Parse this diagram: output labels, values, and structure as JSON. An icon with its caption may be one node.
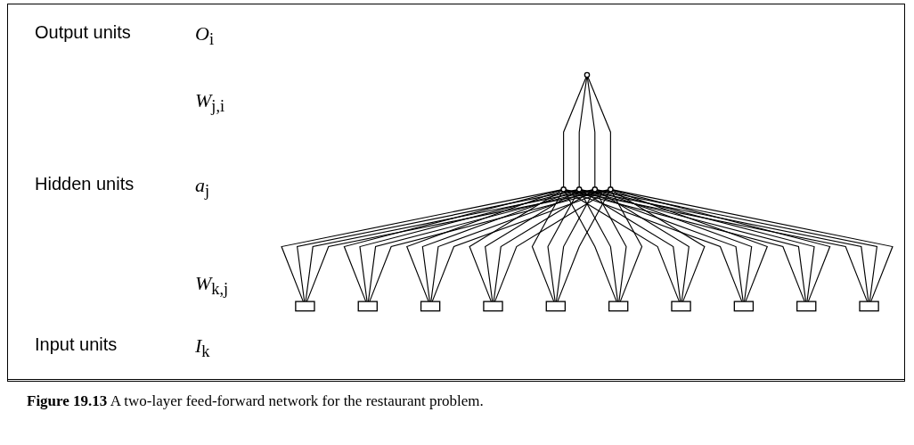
{
  "diagram": {
    "caption": "**Figure 19.13** A two-layer feed-forward network for the restaurant problem.",
    "nodes": [
      {
        "text": [],
        "shape": "circle"
      },
      {
        "text": [],
        "shape": "circle"
      },
      {
        "text": [],
        "shape": "circle"
      },
      {
        "text": [],
        "shape": "circle"
      },
      {
        "text": [],
        "shape": "circle"
      },
      {
        "text": [],
        "shape": "box"
      },
      {
        "text": [],
        "shape": "box"
      },
      {
        "text": [],
        "shape": "box"
      },
      {
        "text": [],
        "shape": "box"
      },
      {
        "text": [],
        "shape": "box"
      },
      {
        "text": [],
        "shape": "box"
      },
      {
        "text": [],
        "shape": "box"
      },
      {
        "text": [],
        "shape": "box"
      },
      {
        "text": [],
        "shape": "box"
      },
      {
        "text": [],
        "shape": "box"
      }
    ],
    "edges": [
      {
        "from": 0,
        "to": 1,
        "arrow": "none"
      },
      {
        "from": 0,
        "to": 2,
        "arrow": "none"
      },
      {
        "from": 0,
        "to": 3,
        "arrow": "none"
      },
      {
        "from": 0,
        "to": 4,
        "arrow": "none"
      },
      {
        "from": 1,
        "to": 5,
        "arrow": "none"
      },
      {
        "from": 1,
        "to": 6,
        "arrow": "none"
      },
      {
        "from": 1,
        "to": 7,
        "arrow": "none"
      },
      {
        "from": 1,
        "to": 8,
        "arrow": "none"
      },
      {
        "from": 1,
        "to": 9,
        "arrow": "none"
      },
      {
        "from": 1,
        "to": 10,
        "arrow": "none"
      },
      {
        "from": 1,
        "to": 11,
        "arrow": "none"
      },
      {
        "from": 1,
        "to": 12,
        "arrow": "none"
      },
      {
        "from": 1,
        "to": 13,
        "arrow": "none"
      },
      {
        "from": 1,
        "to": 14,
        "arrow": "none"
      },
      {
        "from": 2,
        "to": 5,
        "arrow": "none"
      },
      {
        "from": 2,
        "to": 6,
        "arrow": "none"
      },
      {
        "from": 2,
        "to": 7,
        "arrow": "none"
      },
      {
        "from": 2,
        "to": 8,
        "arrow": "none"
      },
      {
        "from": 2,
        "to": 9,
        "arrow": "none"
      },
      {
        "from": 2,
        "to": 10,
        "arrow": "none"
      },
      {
        "from": 2,
        "to": 11,
        "arrow": "none"
      },
      {
        "from": 2,
        "to": 12,
        "arrow": "none"
      },
      {
        "from": 2,
        "to": 13,
        "arrow": "none"
      },
      {
        "from": 2,
        "to": 14,
        "arrow": "none"
      },
      {
        "from": 3,
        "to": 5,
        "arrow": "none"
      },
      {
        "from": 3,
        "to": 6,
        "arrow": "none"
      },
      {
        "from": 3,
        "to": 7,
        "arrow": "none"
      },
      {
        "from": 3,
        "to": 8,
        "arrow": "none"
      },
      {
        "from": 3,
        "to": 9,
        "arrow": "none"
      },
      {
        "from": 3,
        "to": 10,
        "arrow": "none"
      },
      {
        "from": 3,
        "to": 11,
        "arrow": "none"
      },
      {
        "from": 3,
        "to": 12,
        "arrow": "none"
      },
      {
        "from": 3,
        "to": 13,
        "arrow": "none"
      },
      {
        "from": 3,
        "to": 14,
        "arrow": "none"
      },
      {
        "from": 4,
        "to": 5,
        "arrow": "none"
      },
      {
        "from": 4,
        "to": 6,
        "arrow": "none"
      },
      {
        "from": 4,
        "to": 7,
        "arrow": "none"
      },
      {
        "from": 4,
        "to": 8,
        "arrow": "none"
      },
      {
        "from": 4,
        "to": 9,
        "arrow": "none"
      },
      {
        "from": 4,
        "to": 10,
        "arrow": "none"
      },
      {
        "from": 4,
        "to": 11,
        "arrow": "none"
      },
      {
        "from": 4,
        "to": 12,
        "arrow": "none"
      },
      {
        "from": 4,
        "to": 13,
        "arrow": "none"
      },
      {
        "from": 4,
        "to": 14,
        "arrow": "none"
      }
    ],
    "labels": [
      "Output units",
      "*O*$_{i}$",
      "*W*$_{j,i}$",
      "Hidden units",
      "*a*$_{j}$",
      "*W*$_{k,j}$",
      "Input units",
      "*I*$_{k}$"
    ]
  }
}
